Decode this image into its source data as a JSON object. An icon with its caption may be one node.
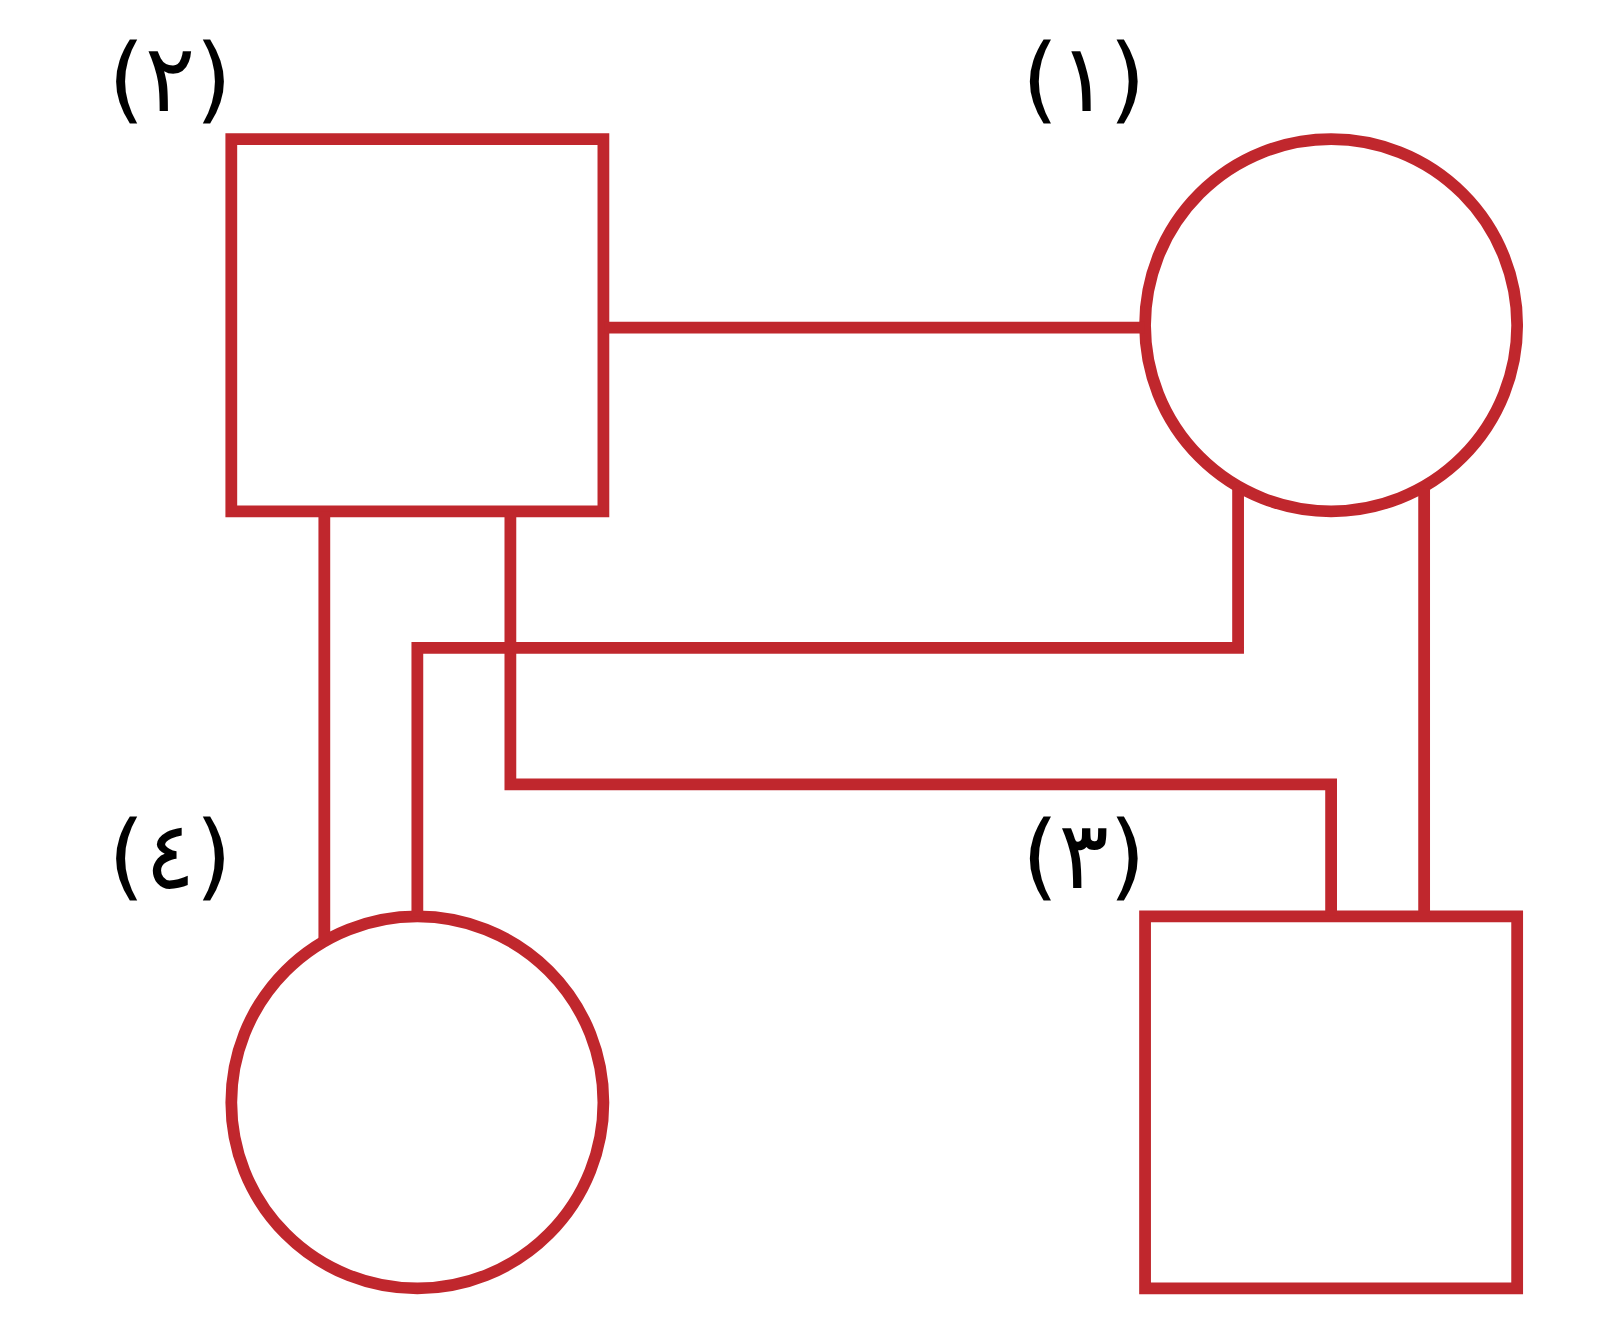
{
  "diagram": {
    "nodes": [
      {
        "text": [],
        "shape": "box",
        "beside": [
          "(٢)"
        ]
      },
      {
        "text": [],
        "shape": "circle",
        "beside": [
          "(١)"
        ]
      },
      {
        "text": [],
        "shape": "circle",
        "beside": [
          "(٤)"
        ]
      },
      {
        "text": [],
        "shape": "box",
        "beside": [
          "(٣)"
        ]
      }
    ],
    "edges": [
      {
        "from": 0,
        "to": 1,
        "arrow": "none"
      },
      {
        "from": 0,
        "to": 2,
        "arrow": "none"
      },
      {
        "from": 0,
        "to": 3,
        "arrow": "none"
      },
      {
        "from": 1,
        "to": 2,
        "arrow": "none"
      },
      {
        "from": 1,
        "to": 3,
        "arrow": "none"
      }
    ]
  }
}
